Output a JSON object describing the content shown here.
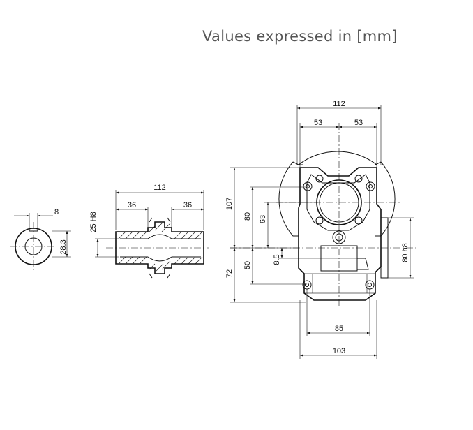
{
  "header": {
    "units_note": "Values expressed in [mm]"
  },
  "shaft_end": {
    "key_width": "8",
    "key_height": "28.3"
  },
  "hollow_shaft": {
    "length": "112",
    "left_bore": "36",
    "right_bore": "36",
    "diameter": "25 H8"
  },
  "gearbox": {
    "top_width": "112",
    "half_left": "53",
    "half_right": "53",
    "upper_height": "107",
    "flange_height": "80",
    "bore_height": "63",
    "lower_height": "72",
    "base_height": "50",
    "key_offset": "8.5",
    "spigot": "80 h8",
    "base_inner": "85",
    "base_outer": "103"
  }
}
